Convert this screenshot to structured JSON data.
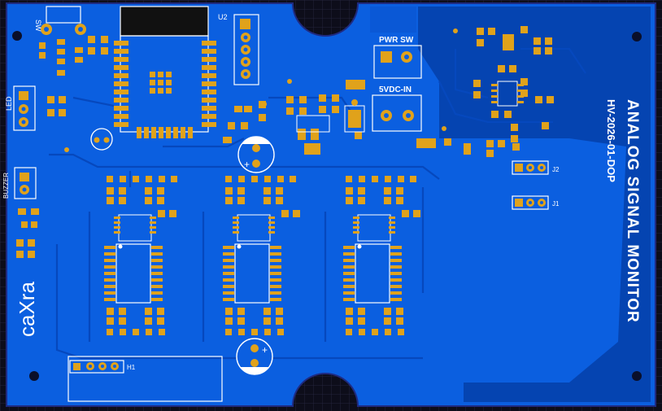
{
  "board": {
    "title": "ANALOG SIGNAL MONITOR",
    "revision": "HV-2026-01-DOP",
    "brand": "caXra"
  },
  "labels": {
    "sw": "SW",
    "u2": "U2",
    "led": "LED",
    "buzzer": "BUZZER",
    "pwr_sw": "PWR SW",
    "vdc_in": "5VDC-IN",
    "j1": "J1",
    "j2": "J2",
    "h1": "H1"
  },
  "colors": {
    "board": "#0b5fe0",
    "copper": "#0547b8",
    "pad": "#e0a21b",
    "silk": "#ffffff",
    "background": "#0d0d1a"
  }
}
